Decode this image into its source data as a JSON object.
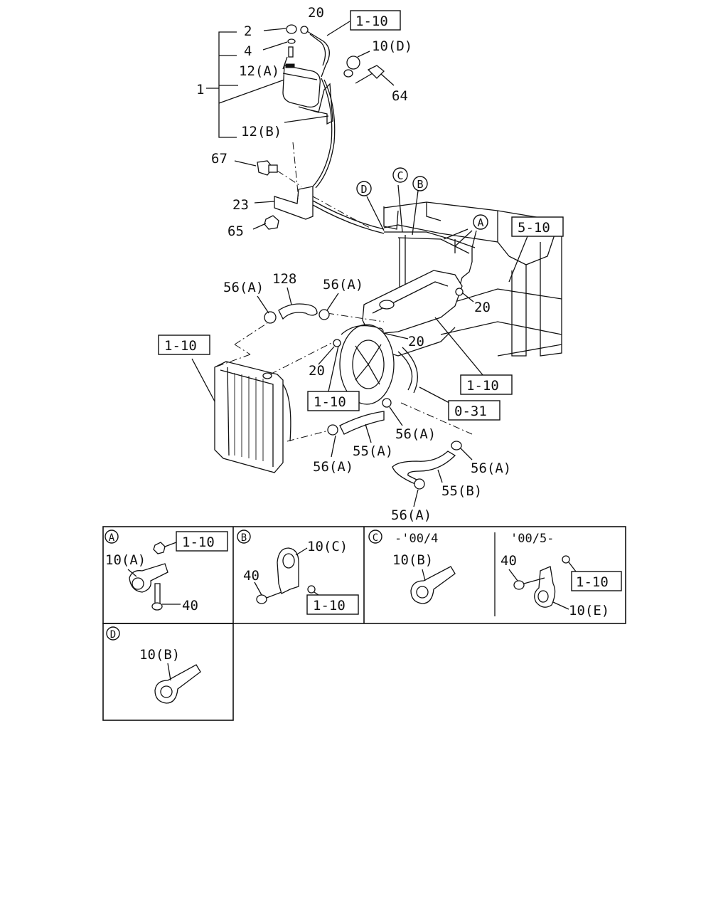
{
  "callouts": {
    "n20_top": "20",
    "ref_1_10_top": "1-10",
    "n2": "2",
    "n4": "4",
    "n12a": "12(A)",
    "n1": "1",
    "n10d": "10(D)",
    "n64": "64",
    "n12b": "12(B)",
    "n67": "67",
    "n23": "23",
    "n65": "65",
    "circ_d": "D",
    "circ_c": "C",
    "circ_b": "B",
    "circ_a": "A",
    "ref_5_10": "5-10",
    "n56a_1": "56(A)",
    "n128": "128",
    "n56a_2": "56(A)",
    "n20_right": "20",
    "n20_mid": "20",
    "ref_1_10_left": "1-10",
    "ref_1_10_right": "1-10",
    "n20_fan": "20",
    "ref_1_10_fan": "1-10",
    "ref_0_31": "0-31",
    "n56a_3": "56(A)",
    "n55a": "55(A)",
    "n56a_4": "56(A)",
    "n56a_5": "56(A)",
    "n55b": "55(B)",
    "n56a_6": "56(A)"
  },
  "details": {
    "a": {
      "letter": "A",
      "clip": "10(A)",
      "ref": "1-10",
      "bolt": "40"
    },
    "b": {
      "letter": "B",
      "clip": "10(C)",
      "bolt": "40",
      "ref": "1-10"
    },
    "c": {
      "letter": "C",
      "range_early": "-'00/4",
      "clip_early": "10(B)",
      "range_late": "'00/5-",
      "bolt": "40",
      "ref": "1-10",
      "clip_late": "10(E)"
    },
    "d": {
      "letter": "D",
      "clip": "10(B)"
    }
  }
}
